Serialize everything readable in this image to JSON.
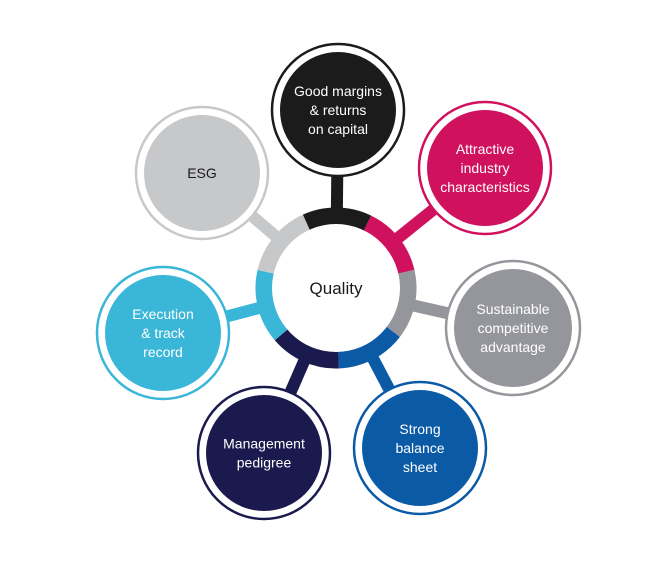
{
  "center": {
    "label": "Quality",
    "fill": "#ffffff",
    "text_color": "#1a1a1a"
  },
  "nodes": [
    {
      "id": "good-margins",
      "lines": [
        "Good margins",
        "& returns",
        "on capital"
      ],
      "color": "#1b1b1b",
      "text_color": "#ffffff"
    },
    {
      "id": "attractive-industry",
      "lines": [
        "Attractive",
        "industry",
        "characteristics"
      ],
      "color": "#d0115e",
      "text_color": "#ffffff"
    },
    {
      "id": "sustainable-advantage",
      "lines": [
        "Sustainable",
        "competitive",
        "advantage"
      ],
      "color": "#95969b",
      "text_color": "#ffffff"
    },
    {
      "id": "strong-balance-sheet",
      "lines": [
        "Strong",
        "balance",
        "sheet"
      ],
      "color": "#0b5aa6",
      "text_color": "#ffffff"
    },
    {
      "id": "management-pedigree",
      "lines": [
        "Management",
        "pedigree"
      ],
      "color": "#1b1a4e",
      "text_color": "#ffffff"
    },
    {
      "id": "execution-track-record",
      "lines": [
        "Execution",
        "& track",
        "record"
      ],
      "color": "#3ab6d8",
      "text_color": "#ffffff"
    },
    {
      "id": "esg",
      "lines": [
        "ESG"
      ],
      "color": "#c7c8ca",
      "text_color": "#1a1a1a"
    }
  ]
}
